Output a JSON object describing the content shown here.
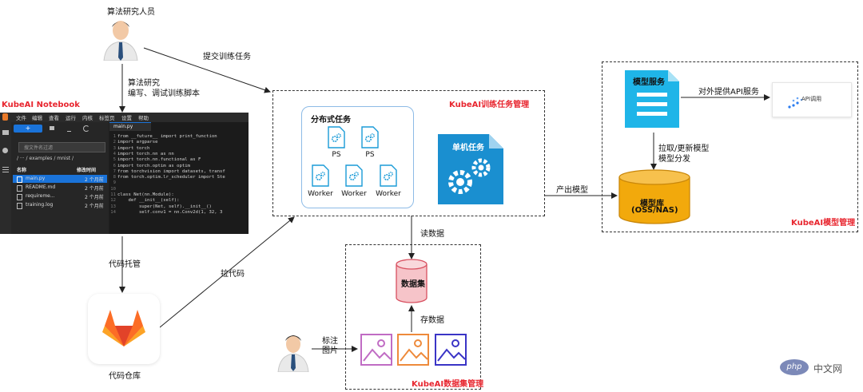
{
  "roles": {
    "researcher": "算法研究人员",
    "research_step_line1": "算法研究",
    "research_step_line2": "编写、调试训练脚本",
    "labeler_line1": "标注",
    "labeler_line2": "图片"
  },
  "edges": {
    "submit_task": "提交训练任务",
    "code_hosting": "代码托管",
    "pull_code": "拉代码",
    "read_data": "读数据",
    "store_data": "存数据",
    "produce_model": "产出模型",
    "pull_update_line1": "拉取/更新模型",
    "pull_update_line2": "模型分发",
    "provide_api": "对外提供API服务"
  },
  "notebook": {
    "title": "KubeAI Notebook",
    "menu": [
      "文件",
      "编辑",
      "查看",
      "运行",
      "内核",
      "标签页",
      "设置",
      "帮助"
    ],
    "new_button": "+",
    "search_placeholder": "搜文件名过滤",
    "path": "/  ···  / examples / mnist /",
    "col_name": "名称",
    "col_modified": "修改时间",
    "files": [
      {
        "name": "main.py",
        "time": "2 个月前"
      },
      {
        "name": "README.md",
        "time": "2 个月前"
      },
      {
        "name": "requireme...",
        "time": "2 个月前"
      },
      {
        "name": "training.log",
        "time": "2 个月前"
      }
    ],
    "editor_tab": "main.py",
    "code_lines": [
      "from __future__ import print_function",
      "import argparse",
      "import torch",
      "import torch.nn as nn",
      "import torch.nn.functional as F",
      "import torch.optim as optim",
      "from torchvision import datasets, transf",
      "from torch.optim.lr_scheduler import Ste",
      "",
      "",
      "class Net(nn.Module):",
      "    def __init__(self):",
      "        super(Net, self).__init__()",
      "        self.conv1 = nn.Conv2d(1, 32, 3"
    ],
    "line_numbers": [
      "1",
      "2",
      "3",
      "4",
      "5",
      "6",
      "7",
      "8",
      "9",
      "10",
      "11",
      "12",
      "13",
      "14"
    ]
  },
  "repo": {
    "label": "代码仓库"
  },
  "training": {
    "title": "KubeAI训练任务管理",
    "distributed_title": "分布式任务",
    "ps_labels": [
      "PS",
      "PS"
    ],
    "worker_labels": [
      "Worker",
      "Worker",
      "Worker"
    ],
    "single_title": "单机任务"
  },
  "dataset": {
    "title": "KubeAI数据集管理",
    "db_label": "数据集"
  },
  "model": {
    "title": "KubeAI模型管理",
    "service_label": "模型服务",
    "repo_line1": "模型库",
    "repo_line2": "(OSS/NAS)",
    "api_label": "API调用"
  },
  "watermark": {
    "text": "中文网",
    "logo": "php"
  },
  "colors": {
    "accent_red": "#e8262f",
    "doc_blue": "#1a9bd7",
    "panel_blue": "#8dbbe6",
    "db_pink": "#f6c4c9",
    "db_orange": "#f2a90c",
    "gitlab_orange": "#fc6d26"
  }
}
